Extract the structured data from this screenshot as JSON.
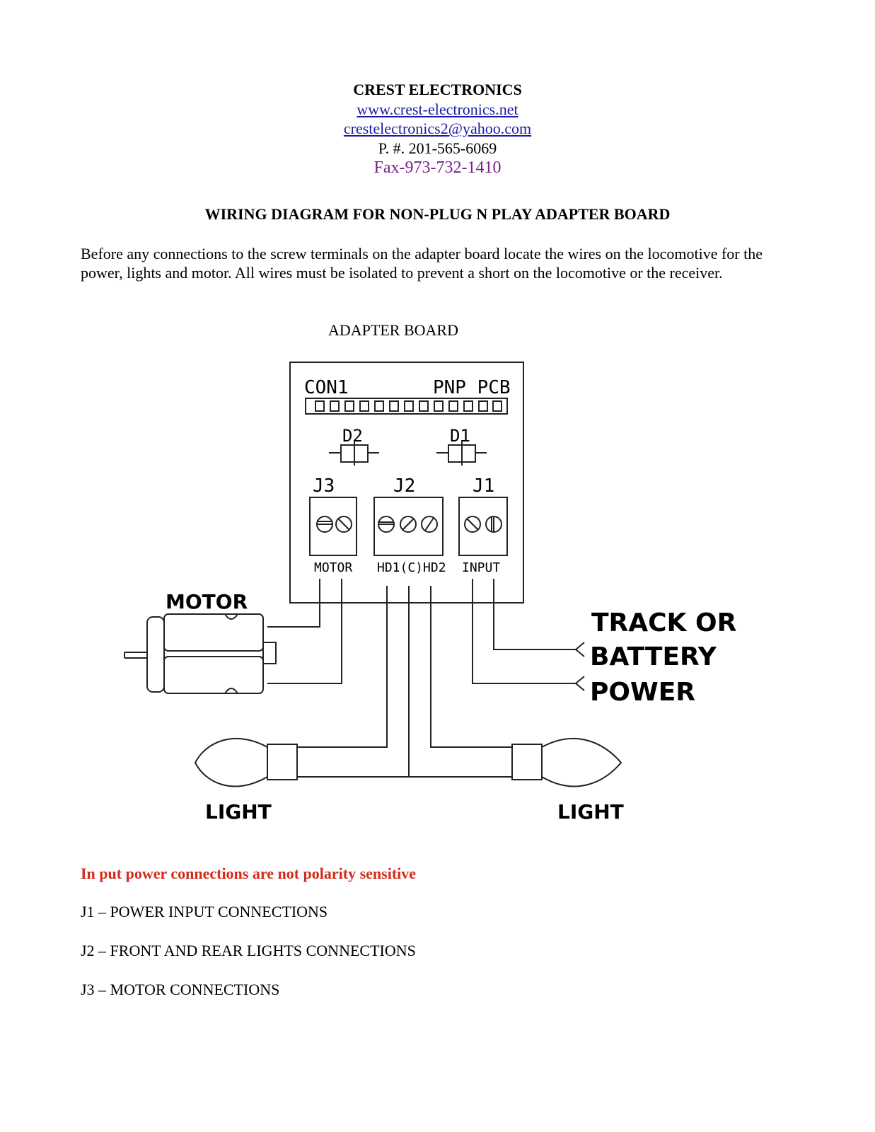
{
  "header": {
    "company": "CREST ELECTRONICS",
    "website": "www.crest-electronics.net",
    "email": "crestelectronics2@yahoo.com",
    "phone": "P. #. 201-565-6069",
    "fax": "Fax-973-732-1410"
  },
  "title": "WIRING DIAGRAM FOR NON-PLUG N PLAY ADAPTER BOARD",
  "intro": "Before any connections to the screw terminals on the adapter board locate the wires on the locomotive for the power, lights and motor. All wires must be isolated to prevent a short on the locomotive or the receiver.",
  "diagram": {
    "caption": "ADAPTER BOARD",
    "con1": "CON1",
    "pnp_pcb": "PNP PCB",
    "d2": "D2",
    "d1": "D1",
    "j3": "J3",
    "j2": "J2",
    "j1": "J1",
    "motor_terminal": "MOTOR",
    "lights_terminal": "HD1(C)HD2",
    "input_terminal": "INPUT",
    "motor_label": "MOTOR",
    "power_line1": "TRACK OR",
    "power_line2": "BATTERY",
    "power_line3": "POWER",
    "light_left": "LIGHT",
    "light_right": "LIGHT",
    "colors": {
      "wire": "#222222",
      "note": "#d42a1a",
      "link": "#1a1aa6",
      "fax": "#7a1f8c"
    }
  },
  "note": "In put  power connections are not polarity sensitive",
  "connections": [
    "J1 – POWER INPUT CONNECTIONS",
    "J2 – FRONT AND REAR LIGHTS CONNECTIONS",
    "J3 – MOTOR CONNECTIONS"
  ]
}
